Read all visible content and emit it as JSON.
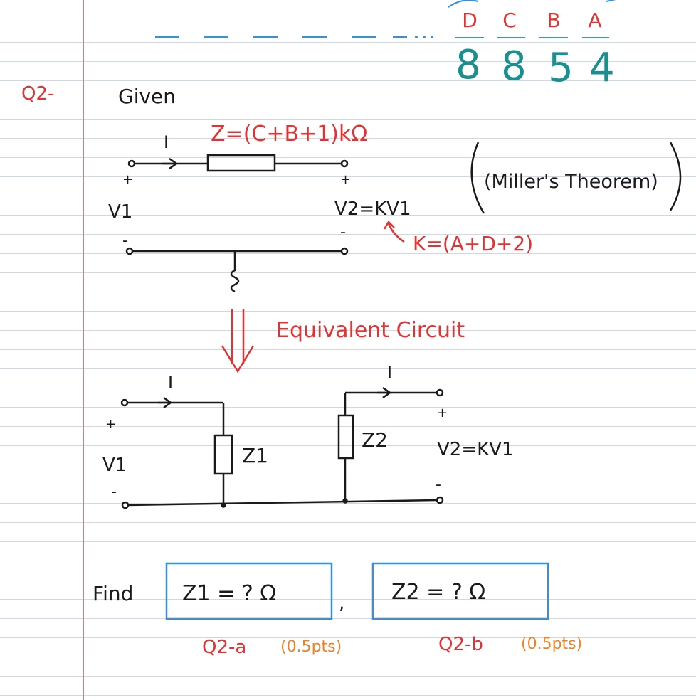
{
  "question_label": "Q2-",
  "given_label": "Given",
  "id_digits": {
    "letters": [
      "D",
      "C",
      "B",
      "A"
    ],
    "digits": [
      "8",
      "8",
      "5",
      "4"
    ]
  },
  "given_circuit": {
    "current_label": "I",
    "impedance_eq": "Z=(C+B+1)kΩ",
    "v1": "V1",
    "v2_eq": "V2=KV1",
    "k_eq": "K=(A+D+2)",
    "plus": "+",
    "minus": "-"
  },
  "note": "(Miller's Theorem)",
  "equivalent_label": "Equivalent Circuit",
  "equivalent_circuit": {
    "current_label_in": "I",
    "current_label_out": "I",
    "z1": "Z1",
    "z2": "Z2",
    "v1": "V1",
    "v2_eq": "V2=KV1",
    "plus": "+",
    "minus": "-"
  },
  "find": {
    "label": "Find",
    "box1": "Z1 = ?  Ω",
    "separator": ",",
    "box2": "Z2 = ?  Ω",
    "part_a": "Q2-a",
    "part_a_pts": "(0.5pts)",
    "part_b": "Q2-b",
    "part_b_pts": "(0.5pts)"
  },
  "colors": {
    "ink": "#1a1a1a",
    "red": "#e03333",
    "teal": "#1a8f8f",
    "blue": "#3a8fd9",
    "orange": "#e8832a",
    "margin": "#e8747a",
    "ruling": "#cfd8e3"
  }
}
